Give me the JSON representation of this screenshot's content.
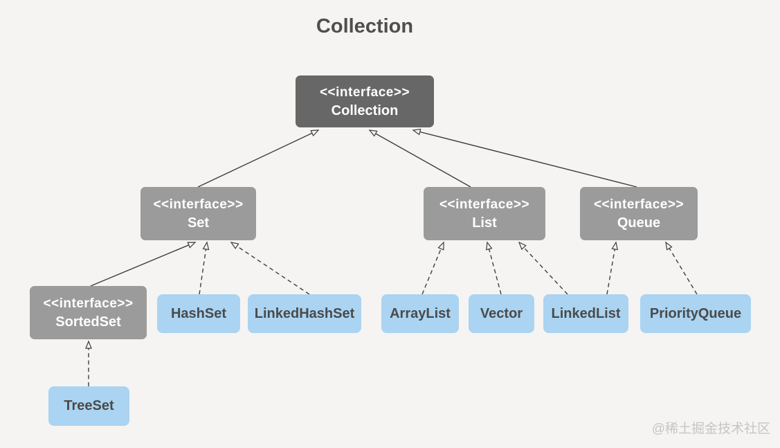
{
  "title": "Collection",
  "watermark": "@稀土掘金技术社区",
  "colors": {
    "bg": "#f5f4f2",
    "interface_dark_bg": "#676767",
    "interface_bg": "#9b9b9b",
    "class_bg": "#aad4f1",
    "interface_text": "#ffffff",
    "class_text": "#4a4a4a",
    "title_text": "#4e4e4e",
    "line": "#3d3d3d",
    "watermark_text": "#c7c5c3"
  },
  "nodes": [
    {
      "id": "collection",
      "kind": "interface",
      "stereotype": "<<interface>>",
      "name": "Collection"
    },
    {
      "id": "set",
      "kind": "interface",
      "stereotype": "<<interface>>",
      "name": "Set"
    },
    {
      "id": "list",
      "kind": "interface",
      "stereotype": "<<interface>>",
      "name": "List"
    },
    {
      "id": "queue",
      "kind": "interface",
      "stereotype": "<<interface>>",
      "name": "Queue"
    },
    {
      "id": "sortedset",
      "kind": "interface",
      "stereotype": "<<interface>>",
      "name": "SortedSet"
    },
    {
      "id": "hashset",
      "kind": "class",
      "name": "HashSet"
    },
    {
      "id": "linkedhashset",
      "kind": "class",
      "name": "LinkedHashSet"
    },
    {
      "id": "arraylist",
      "kind": "class",
      "name": "ArrayList"
    },
    {
      "id": "vector",
      "kind": "class",
      "name": "Vector"
    },
    {
      "id": "linkedlist",
      "kind": "class",
      "name": "LinkedList"
    },
    {
      "id": "priorityqueue",
      "kind": "class",
      "name": "PriorityQueue"
    },
    {
      "id": "treeset",
      "kind": "class",
      "name": "TreeSet"
    }
  ],
  "edges": [
    {
      "from": "Set",
      "to": "Collection",
      "style": "solid"
    },
    {
      "from": "List",
      "to": "Collection",
      "style": "solid"
    },
    {
      "from": "Queue",
      "to": "Collection",
      "style": "solid"
    },
    {
      "from": "SortedSet",
      "to": "Set",
      "style": "solid"
    },
    {
      "from": "HashSet",
      "to": "Set",
      "style": "dashed"
    },
    {
      "from": "LinkedHashSet",
      "to": "Set",
      "style": "dashed"
    },
    {
      "from": "ArrayList",
      "to": "List",
      "style": "dashed"
    },
    {
      "from": "Vector",
      "to": "List",
      "style": "dashed"
    },
    {
      "from": "LinkedList",
      "to": "List",
      "style": "dashed"
    },
    {
      "from": "LinkedList",
      "to": "Queue",
      "style": "dashed"
    },
    {
      "from": "PriorityQueue",
      "to": "Queue",
      "style": "dashed"
    },
    {
      "from": "TreeSet",
      "to": "SortedSet",
      "style": "dashed"
    }
  ]
}
